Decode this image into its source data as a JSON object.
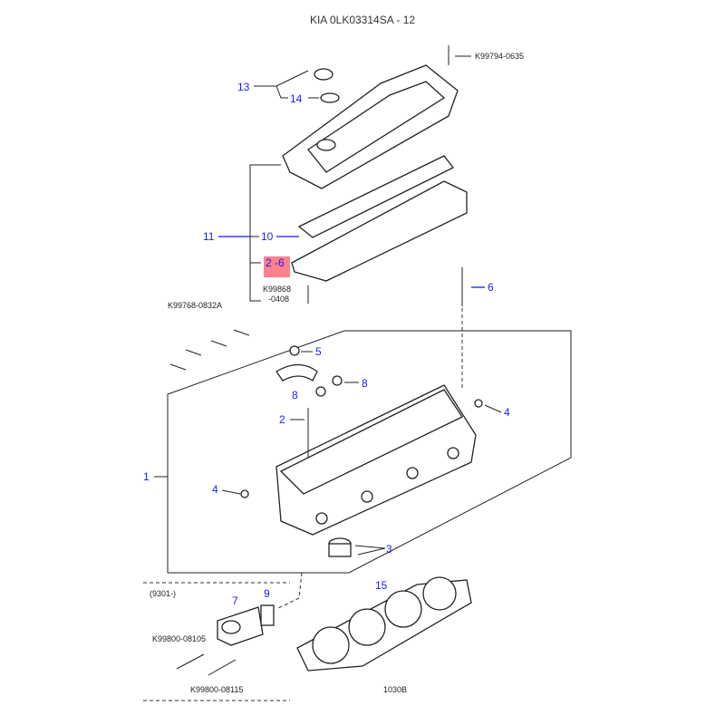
{
  "title": "KIA 0LK03314SA - 12",
  "part_numbers": {
    "bolt_top": "K99794-0635",
    "studs": "K99768-0832A",
    "bolt_cover_line1": "K99868",
    "bolt_cover_line2": "-0408",
    "bolt_outlet_1": "K99800-08105",
    "bolt_outlet_2": "K99800-08115",
    "variant": "(9301-)",
    "diagram_code": "1030B"
  },
  "callouts": {
    "c13": "13",
    "c14": "14",
    "c11": "11",
    "c10": "10",
    "c2_6": "2 -6",
    "c6": "6",
    "c5": "5",
    "c8a": "8",
    "c8b": "8",
    "c2": "2",
    "c4a": "4",
    "c4b": "4",
    "c1": "1",
    "c3": "3",
    "c7": "7",
    "c9": "9",
    "c15": "15"
  },
  "colors": {
    "callout": "#1a1aff",
    "highlight": "#ff6b7a"
  }
}
